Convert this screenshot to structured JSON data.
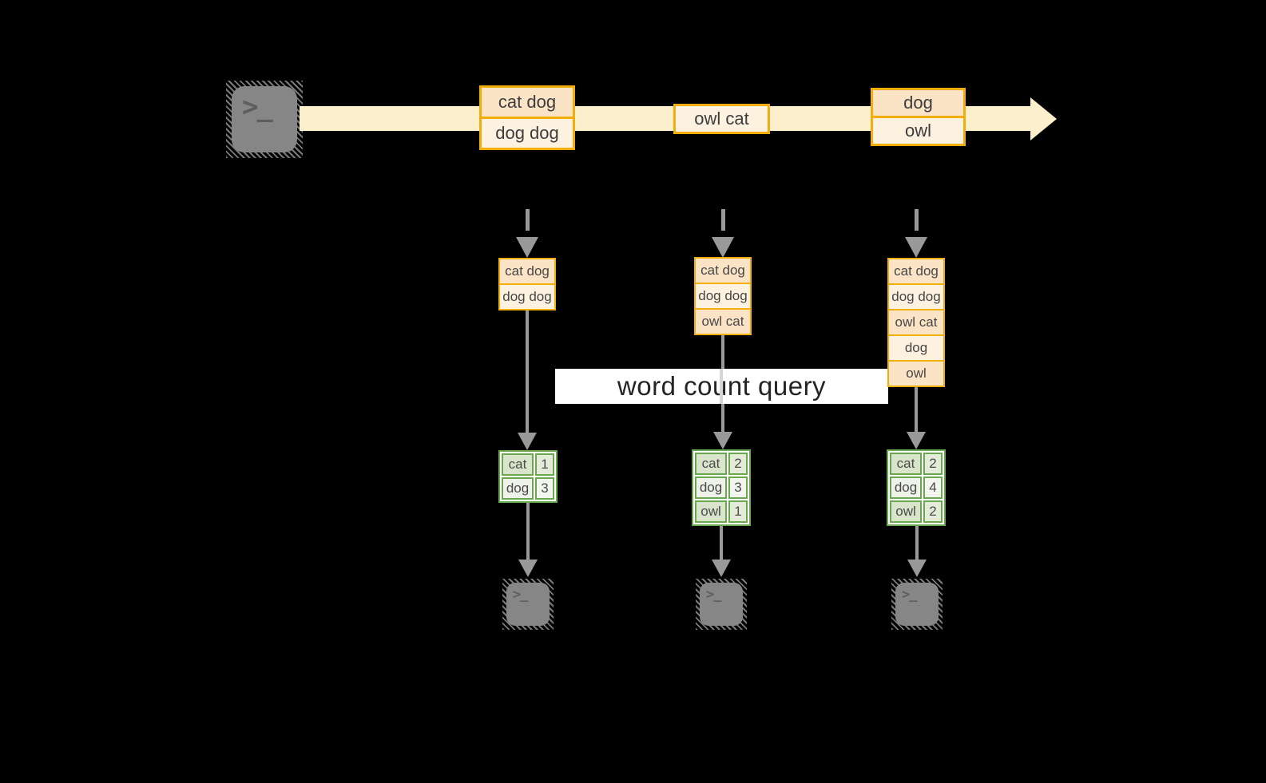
{
  "colors": {
    "amber_border": "#F3AE0C",
    "peach_fill": "#FBE3C6",
    "cream_fill": "#FDF1DF",
    "stream_band": "#FBF0CB",
    "green_border": "#6AA84F",
    "sage_fill": "#D9E5CB",
    "arrow_gray": "#999999",
    "terminal_gray": "#868686",
    "background": "#000000"
  },
  "stream": {
    "events": [
      {
        "rows": [
          "cat dog",
          "dog dog"
        ]
      },
      {
        "rows": [
          "owl cat"
        ]
      },
      {
        "rows": [
          "dog",
          "owl"
        ]
      }
    ]
  },
  "query": {
    "banner": "word count query"
  },
  "state_stacks": [
    {
      "rows": [
        "cat dog",
        "dog dog"
      ]
    },
    {
      "rows": [
        "cat dog",
        "dog dog",
        "owl cat"
      ]
    },
    {
      "rows": [
        "cat dog",
        "dog dog",
        "owl cat",
        "dog",
        "owl"
      ]
    }
  ],
  "result_tables": [
    {
      "rows": [
        {
          "word": "cat",
          "count": "1"
        },
        {
          "word": "dog",
          "count": "3"
        }
      ]
    },
    {
      "rows": [
        {
          "word": "cat",
          "count": "2"
        },
        {
          "word": "dog",
          "count": "3"
        },
        {
          "word": "owl",
          "count": "1"
        }
      ]
    },
    {
      "rows": [
        {
          "word": "cat",
          "count": "2"
        },
        {
          "word": "dog",
          "count": "4"
        },
        {
          "word": "owl",
          "count": "2"
        }
      ]
    }
  ],
  "terminal": {
    "glyph": ">_"
  }
}
